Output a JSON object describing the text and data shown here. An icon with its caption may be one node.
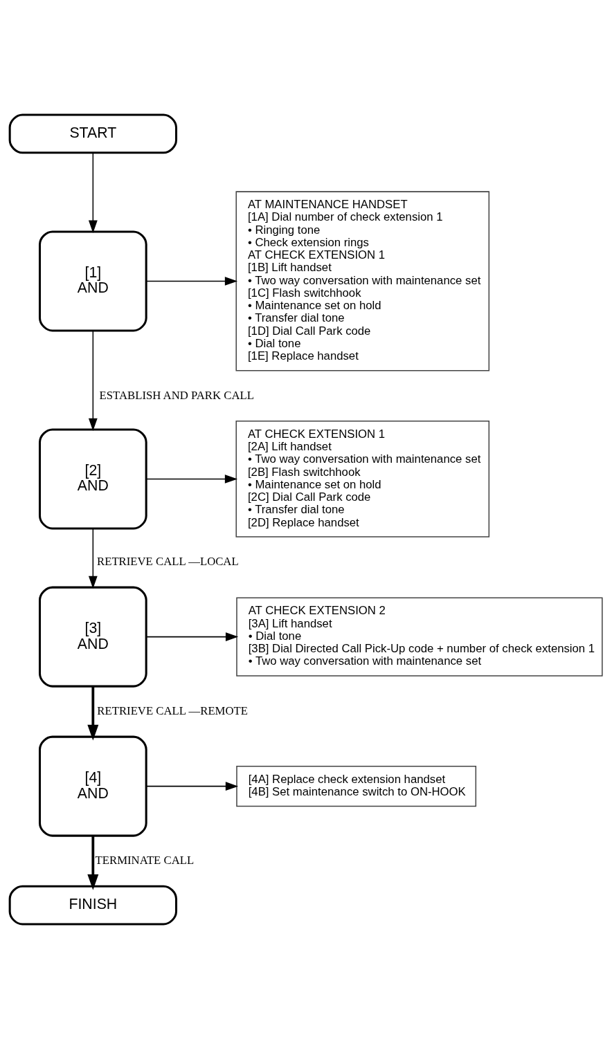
{
  "diagram": {
    "nodes": [
      {
        "text": [
          "START"
        ]
      },
      {
        "text": [
          "AT MAINTENANCE HANDSET",
          "[1A] Dial number of check extension 1",
          "• Ringing tone",
          "• Check extension rings",
          "AT CHECK EXTENSION 1",
          "[1B] Lift handset",
          "• Two way conversation with maintenance set",
          "[1C] Flash switchhook",
          "• Maintenance set on hold",
          "• Transfer dial tone",
          "[1D] Dial Call Park code",
          "• Dial tone",
          "[1E] Replace handset"
        ]
      },
      {
        "text": [
          "[1]",
          "AND"
        ]
      },
      {
        "text": [
          "AT CHECK EXTENSION 1",
          "[2A] Lift handset",
          "• Two way conversation with maintenance set",
          "[2B] Flash switchhook",
          "• Maintenance set on hold",
          "[2C] Dial Call Park code",
          "• Transfer dial tone",
          "[2D] Replace handset"
        ]
      },
      {
        "text": [
          "[2]",
          "AND"
        ]
      },
      {
        "text": [
          "AT CHECK EXTENSION 2",
          "[3A] Lift handset",
          "• Dial tone",
          "[3B] Dial Directed Call Pick-Up code + number of check extension 1",
          "• Two way conversation with maintenance set"
        ]
      },
      {
        "text": [
          "[3]",
          "AND"
        ]
      },
      {
        "text": [
          "[4A] Replace check extension handset",
          "[4B] Set maintenance switch to ON-HOOK"
        ]
      },
      {
        "text": [
          "[4]",
          "AND"
        ]
      },
      {
        "text": [
          "FINISH"
        ]
      }
    ],
    "edges": [
      {
        "from": 0,
        "to": 2,
        "arrow": "to"
      },
      {
        "from": 2,
        "to": 1,
        "arrow": "to"
      },
      {
        "from": 2,
        "to": 4,
        "arrow": "to",
        "label": "ESTABLISH AND PARK CALL"
      },
      {
        "from": 4,
        "to": 3,
        "arrow": "to"
      },
      {
        "from": 4,
        "to": 6,
        "arrow": "to",
        "label": "RETRIEVE CALL —LOCAL"
      },
      {
        "from": 6,
        "to": 5,
        "arrow": "to"
      },
      {
        "from": 6,
        "to": 8,
        "arrow": "to",
        "label": "RETRIEVE CALL —REMOTE",
        "style": "thick"
      },
      {
        "from": 8,
        "to": 7,
        "arrow": "to"
      },
      {
        "from": 8,
        "to": 9,
        "arrow": "to",
        "label": "TERMINATE CALL",
        "style": "thick"
      }
    ]
  }
}
